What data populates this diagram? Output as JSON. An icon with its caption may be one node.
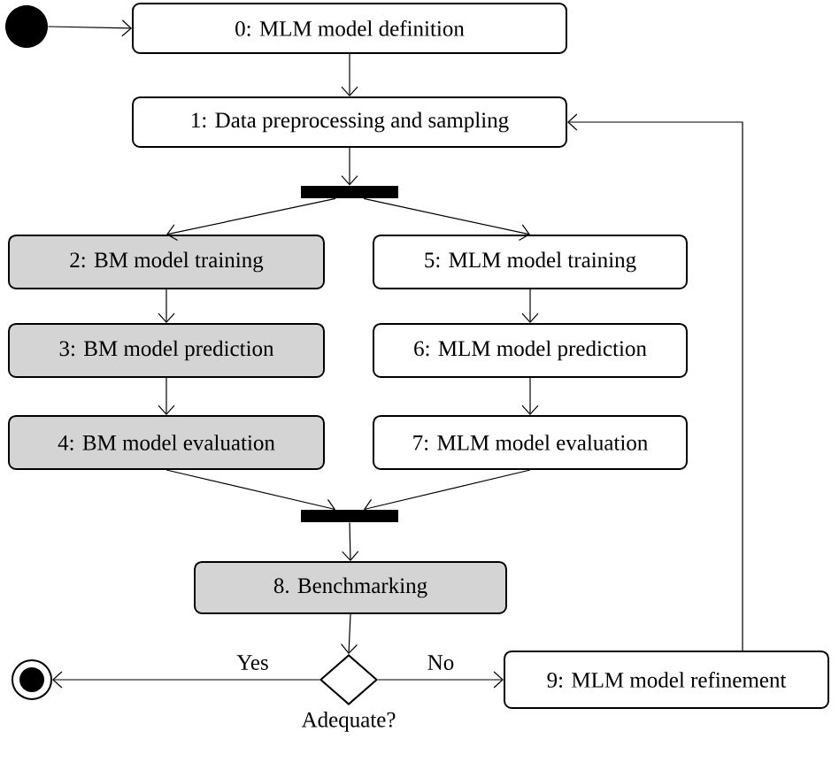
{
  "diagram": {
    "nodes": [
      {
        "text": [],
        "shape": "circle"
      },
      {
        "text": [
          "0: MLM model definition"
        ]
      },
      {
        "text": [
          "1: Data preprocessing and sampling"
        ]
      },
      {
        "text": [],
        "shape": "bar"
      },
      {
        "text": [
          "2: BM model training"
        ]
      },
      {
        "text": [
          "5: MLM model training"
        ]
      },
      {
        "text": [
          "3: BM model prediction"
        ]
      },
      {
        "text": [
          "6: MLM model prediction"
        ]
      },
      {
        "text": [
          "4: BM model evaluation"
        ]
      },
      {
        "text": [
          "7: MLM model evaluation"
        ]
      },
      {
        "text": [],
        "shape": "bar"
      },
      {
        "text": [
          "8. Benchmarking"
        ]
      },
      {
        "text": [],
        "shape": "diamond",
        "beside": [
          "Adequate?"
        ]
      },
      {
        "text": [],
        "shape": "circle"
      },
      {
        "text": [
          "9: MLM model refinement"
        ]
      }
    ],
    "edges": [
      {
        "from": 0,
        "to": 1,
        "arrow": "to"
      },
      {
        "from": 1,
        "to": 2,
        "arrow": "to"
      },
      {
        "from": 2,
        "to": 3,
        "arrow": "to"
      },
      {
        "from": 3,
        "to": 4,
        "arrow": "to"
      },
      {
        "from": 3,
        "to": 5,
        "arrow": "to"
      },
      {
        "from": 4,
        "to": 6,
        "arrow": "to"
      },
      {
        "from": 6,
        "to": 8,
        "arrow": "to"
      },
      {
        "from": 5,
        "to": 7,
        "arrow": "to"
      },
      {
        "from": 7,
        "to": 9,
        "arrow": "to"
      },
      {
        "from": 8,
        "to": 10,
        "arrow": "to"
      },
      {
        "from": 9,
        "to": 10,
        "arrow": "to"
      },
      {
        "from": 10,
        "to": 11,
        "arrow": "to"
      },
      {
        "from": 11,
        "to": 12,
        "arrow": "to"
      },
      {
        "from": 12,
        "to": 13,
        "arrow": "to",
        "label": "Yes"
      },
      {
        "from": 12,
        "to": 14,
        "arrow": "to",
        "label": "No"
      },
      {
        "from": 14,
        "to": 2,
        "arrow": "to"
      }
    ]
  }
}
